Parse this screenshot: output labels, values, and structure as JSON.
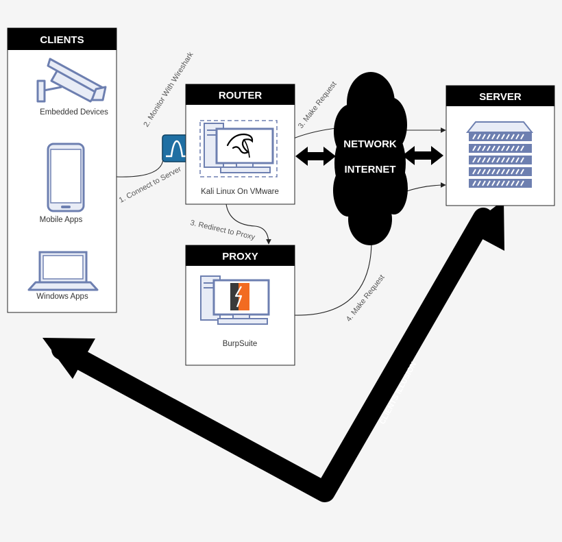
{
  "boxes": {
    "clients": {
      "title": "CLIENTS",
      "items": [
        {
          "label": "Embedded Devices",
          "icon": "security-camera-icon"
        },
        {
          "label": "Mobile Apps",
          "icon": "smartphone-icon"
        },
        {
          "label": "Windows Apps",
          "icon": "laptop-icon"
        }
      ]
    },
    "router": {
      "title": "ROUTER",
      "caption": "Kali Linux On VMware",
      "icon": "kali-desktop-icon"
    },
    "proxy": {
      "title": "PROXY",
      "caption": "BurpSuite",
      "icon": "burpsuite-desktop-icon"
    },
    "server": {
      "title": "SERVER",
      "icon": "server-rack-icon"
    }
  },
  "network": {
    "line1": "NETWORK",
    "line2": "INTERNET"
  },
  "edges": {
    "connect": "1. Connect to Server",
    "monitor": "2. Monitor With Wireshark",
    "redirect": "3. Redirect to Proxy",
    "make_request_router": "3. Make Request",
    "make_request_proxy": "4. Make Request"
  },
  "illusion": {
    "label": "CLIENTS ILLUSION"
  },
  "colors": {
    "title_bar": "#000000",
    "icon_blue": "#6d7fb0",
    "icon_fill": "#e8ecf6",
    "wireshark": "#1f6fa3",
    "burp": "#f26b21",
    "background": "#f5f5f5"
  }
}
